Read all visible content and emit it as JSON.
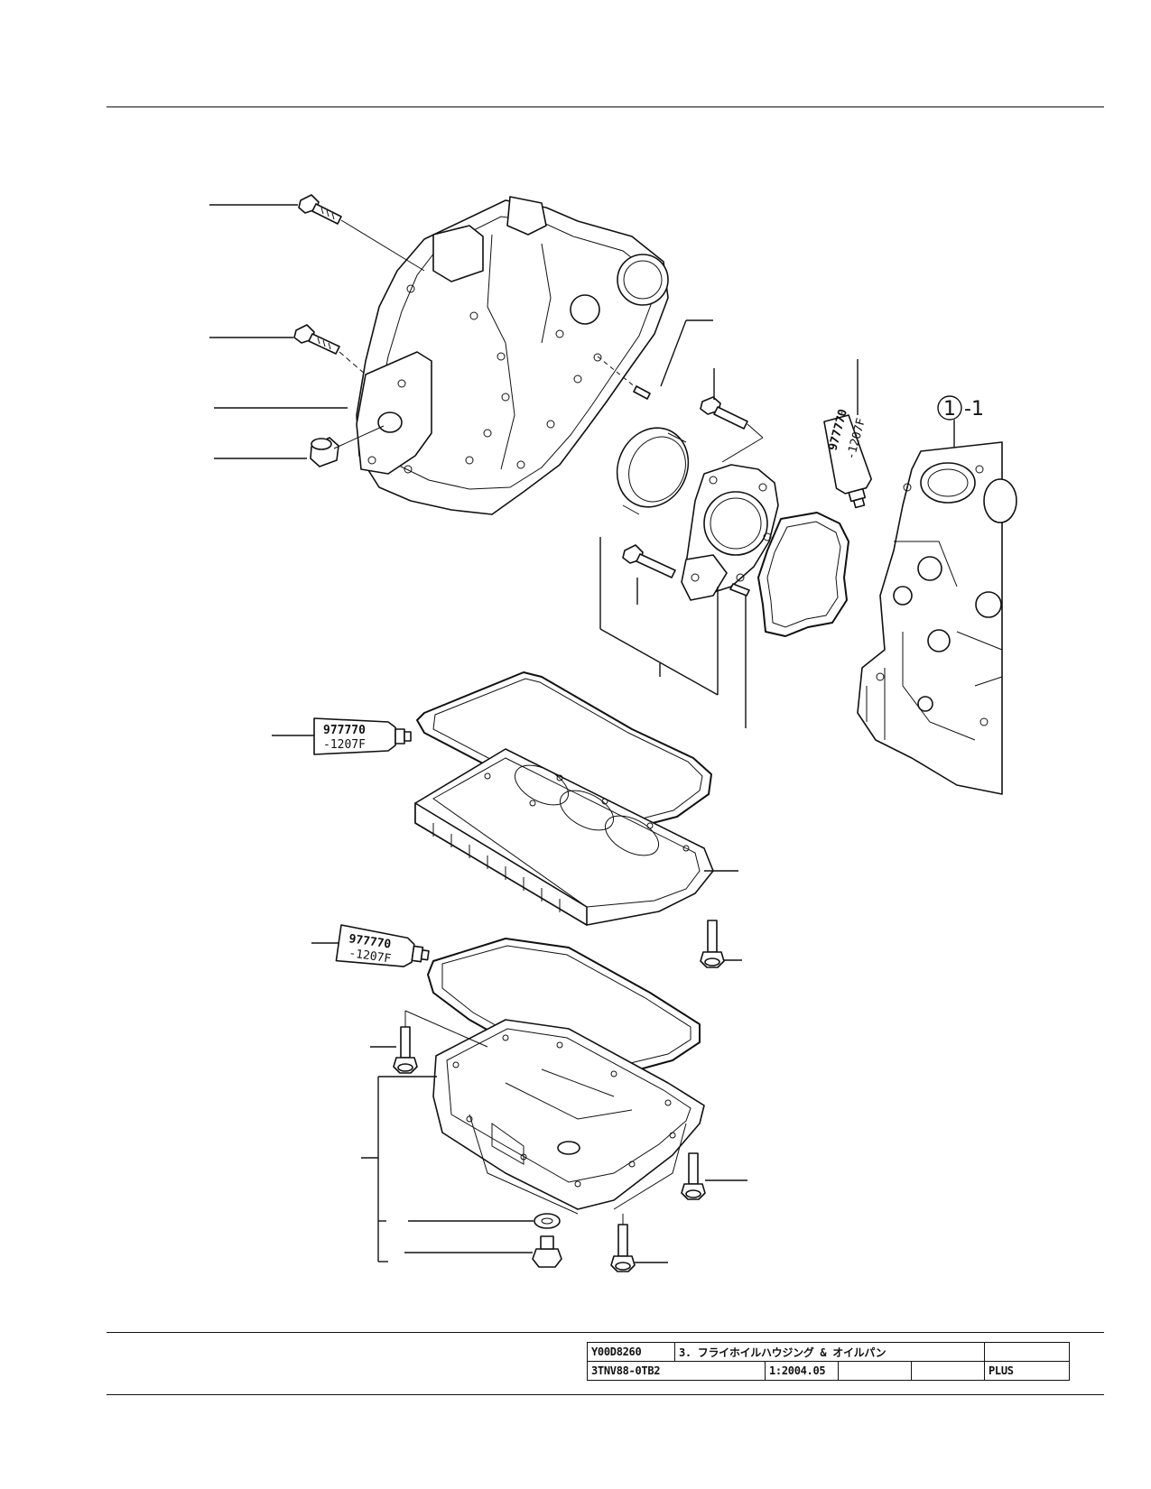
{
  "tubes": [
    {
      "code": "977770",
      "suffix": "-1207F"
    },
    {
      "code": "977770",
      "suffix": "-1207F"
    },
    {
      "code": "977770",
      "suffix": "-1207F"
    }
  ],
  "reference_callout": {
    "number": "1",
    "suffix": "-1"
  },
  "title_block": {
    "drawing_no": "Y00D8260",
    "title": "3. フライホイルハウジング & オイルパン",
    "model": "3TNV88-0TB2",
    "date": "1:2004.05",
    "grade": "PLUS"
  }
}
